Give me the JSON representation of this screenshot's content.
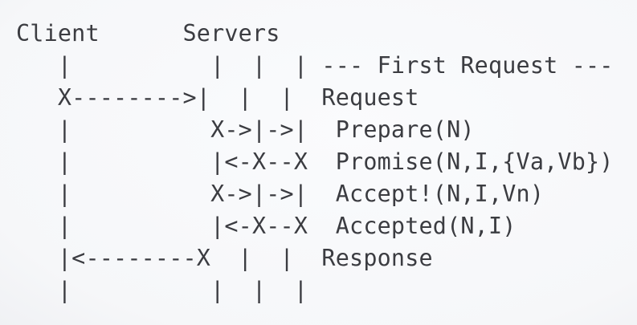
{
  "diagram": {
    "kind": "ascii-sequence-diagram",
    "actors": {
      "left": "Client",
      "right": "Servers"
    },
    "section_label": "--- First Request ---",
    "message_labels": [
      "Request",
      "Prepare(N)",
      "Promise(N,I,{Va,Vb})",
      "Accept!(N,I,Vn)",
      "Accepted(N,I)",
      "Response"
    ],
    "ascii_lines": [
      "Client      Servers",
      "   |          |  |  | --- First Request ---",
      "   X-------->|  |  |  Request",
      "   |          X->|->|  Prepare(N)",
      "   |          |<-X--X  Promise(N,I,{Va,Vb})",
      "   |          X->|->|  Accept!(N,I,Vn)",
      "   |          |<-X--X  Accepted(N,I)",
      "   |<--------X  |  |  Response",
      "   |          |  |  |"
    ],
    "colors": {
      "background": "#f8f9fb",
      "text": "#3b3c41"
    }
  }
}
